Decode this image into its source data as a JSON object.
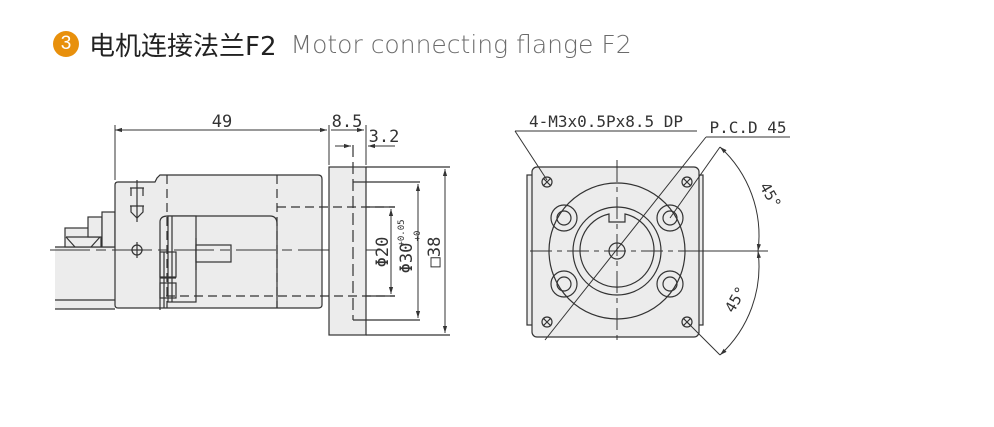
{
  "header": {
    "badge_number": "3",
    "title_cn": "电机连接法兰F2",
    "title_en": "Motor connecting flange F2",
    "accent_color": "#e8900c"
  },
  "side_view": {
    "dim_length": "49",
    "dim_flange": "8.5",
    "dim_step": "3.2",
    "dim_inner_dia": "Φ20",
    "dim_pilot_dia": "Φ30",
    "dim_pilot_tol_upper": "+0.05",
    "dim_pilot_tol_lower": "+0",
    "dim_square": "□38"
  },
  "front_view": {
    "thread_callout": "4-M3x0.5Px8.5 DP",
    "pcd_callout": "P.C.D 45",
    "angle_upper": "45°",
    "angle_lower": "45°"
  }
}
